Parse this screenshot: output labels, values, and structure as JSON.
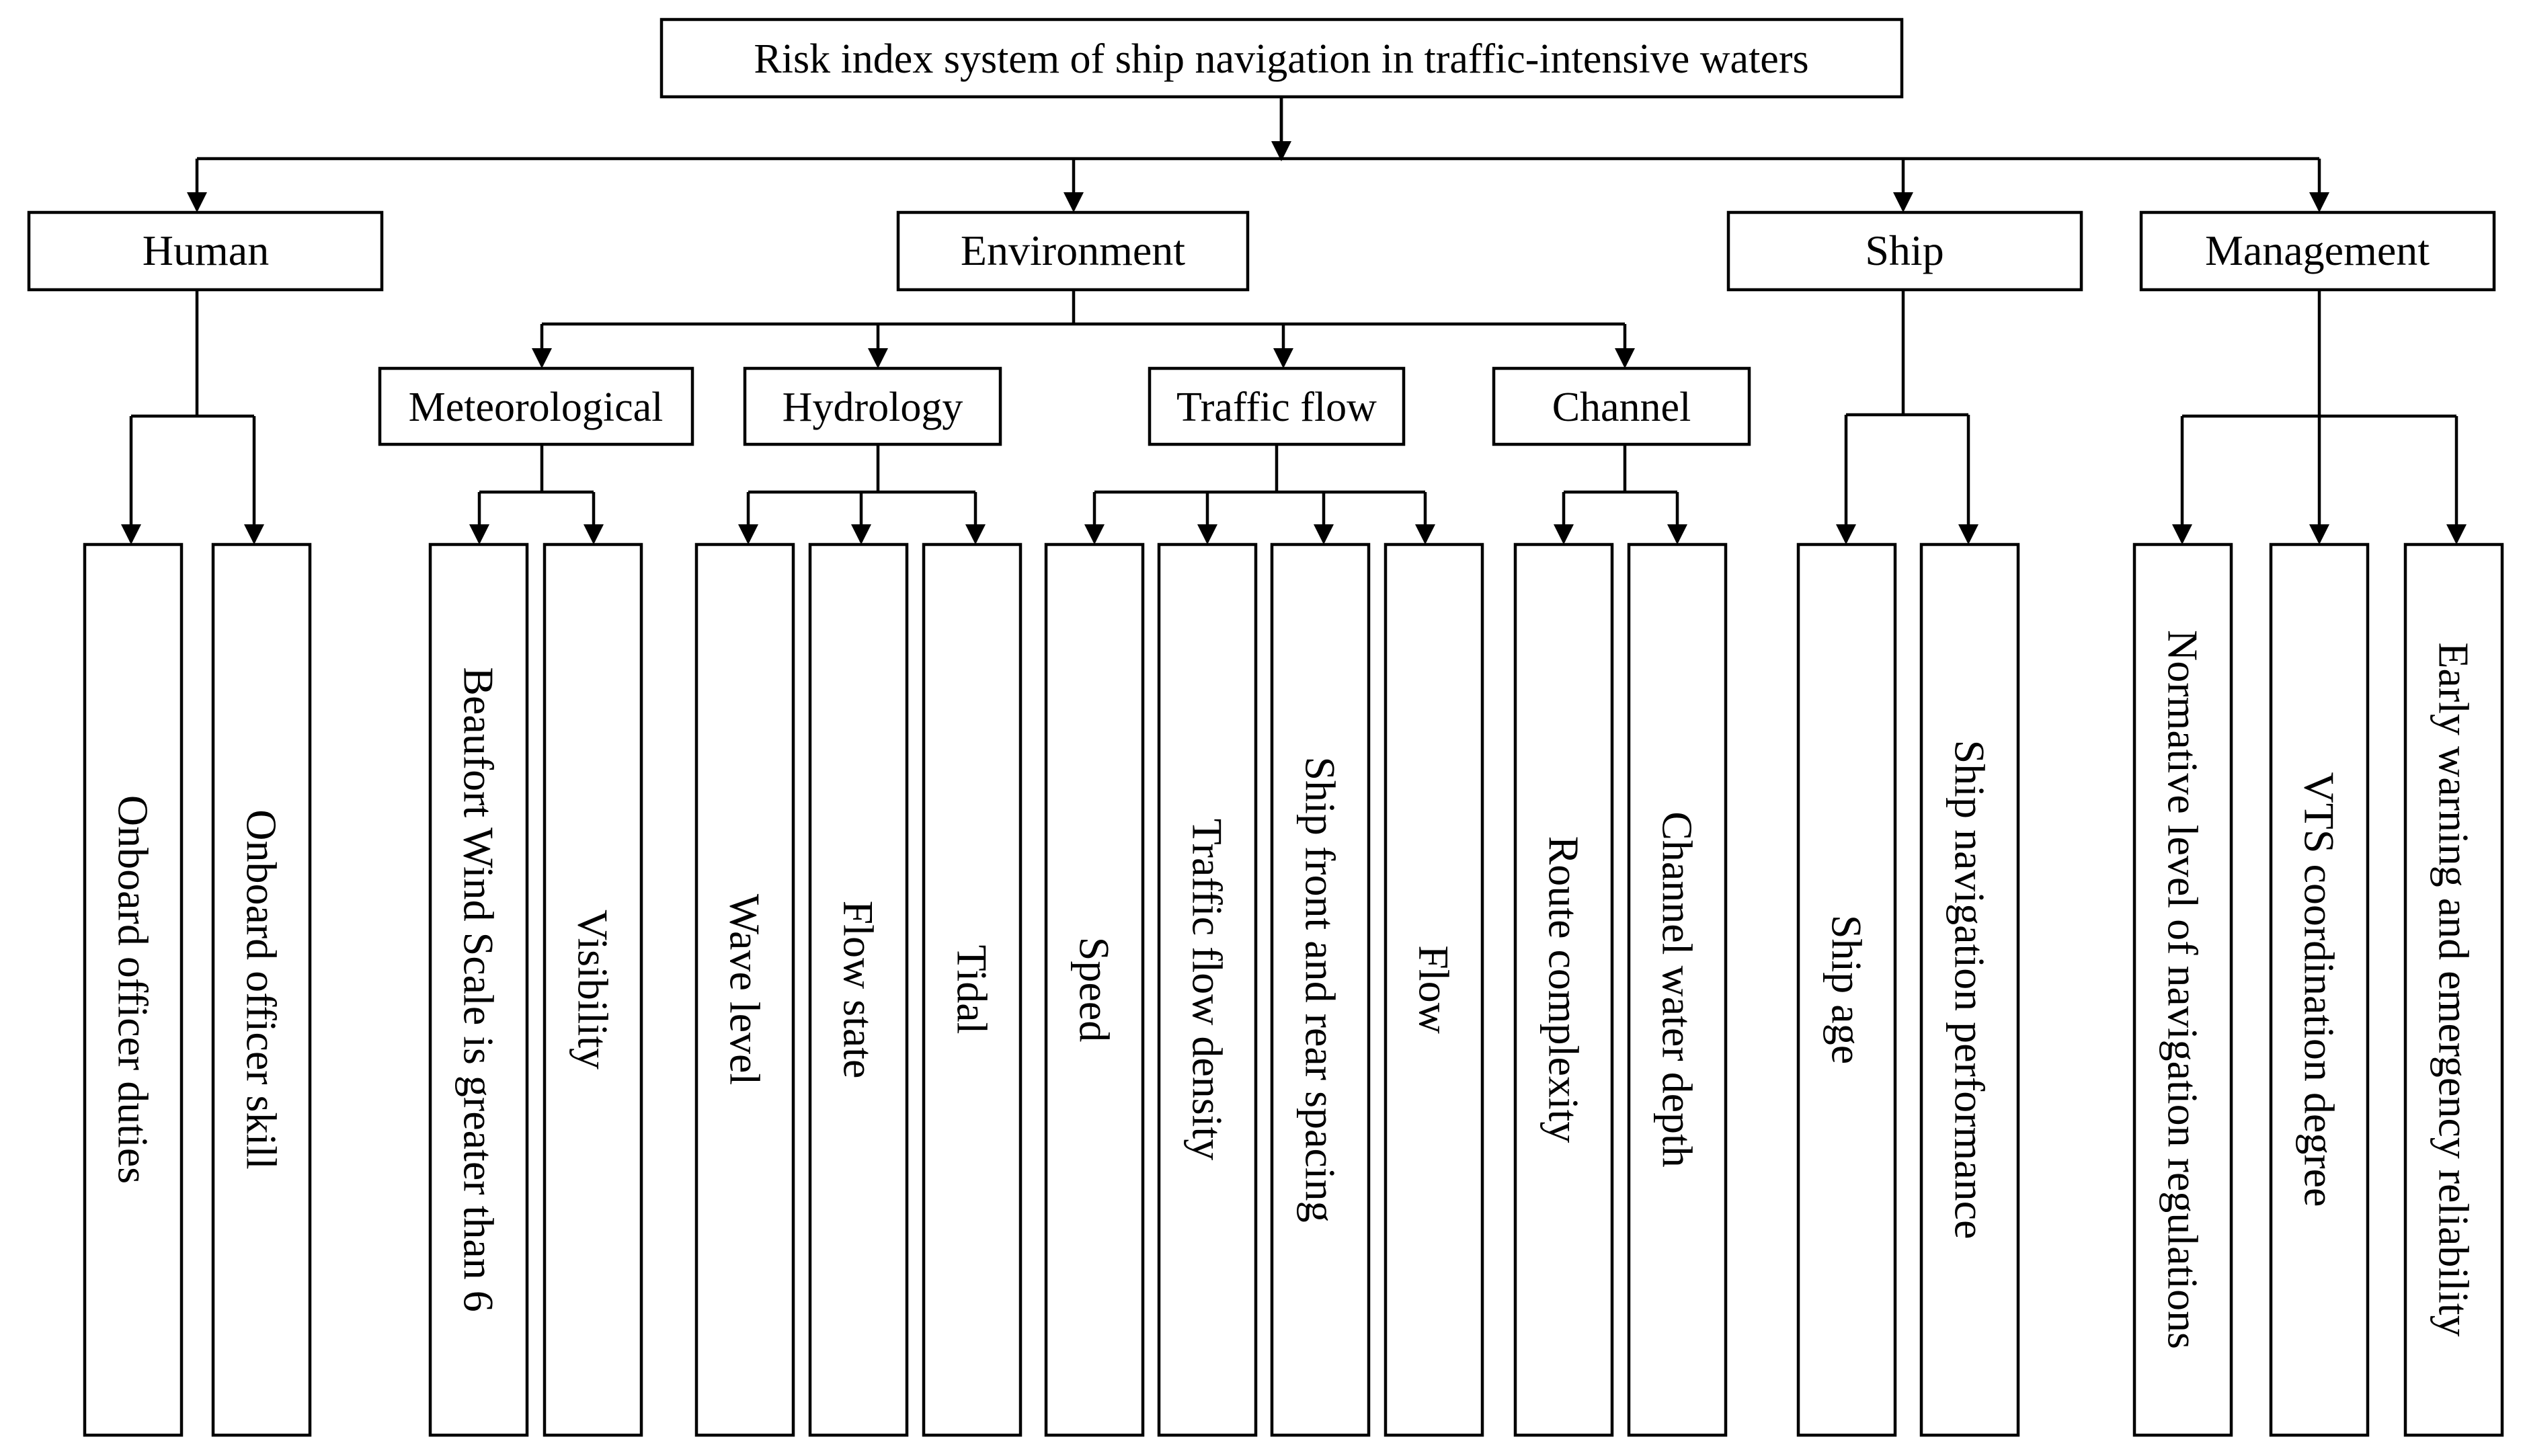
{
  "diagram": {
    "title": "Risk index system of ship navigation in traffic-intensive waters",
    "categories": {
      "human": "Human",
      "environment": "Environment",
      "ship": "Ship",
      "management": "Management"
    },
    "subcategories": {
      "meteorological": "Meteorological",
      "hydrology": "Hydrology",
      "traffic_flow": "Traffic flow",
      "channel": "Channel"
    },
    "indicators": {
      "onboard_officer_duties": "Onboard officer duties",
      "onboard_officer_skill": "Onboard officer skill",
      "beaufort_wind_scale": "Beaufort Wind Scale is greater than 6",
      "visibility": "Visibility",
      "wave_level": "Wave level",
      "flow_state": "Flow state",
      "tidal": "Tidal",
      "speed": "Speed",
      "traffic_flow_density": "Traffic flow density",
      "ship_spacing": "Ship front and rear spacing",
      "flow": "Flow",
      "route_complexity": "Route complexity",
      "channel_water_depth": "Channel water depth",
      "ship_age": "Ship age",
      "ship_navigation_performance": "Ship navigation performance",
      "normative_level_regulations": "Normative level of navigation regulations",
      "vts_coordination_degree": "VTS coordination degree",
      "early_warning_reliability": "Early warning and emergency reliability"
    }
  }
}
